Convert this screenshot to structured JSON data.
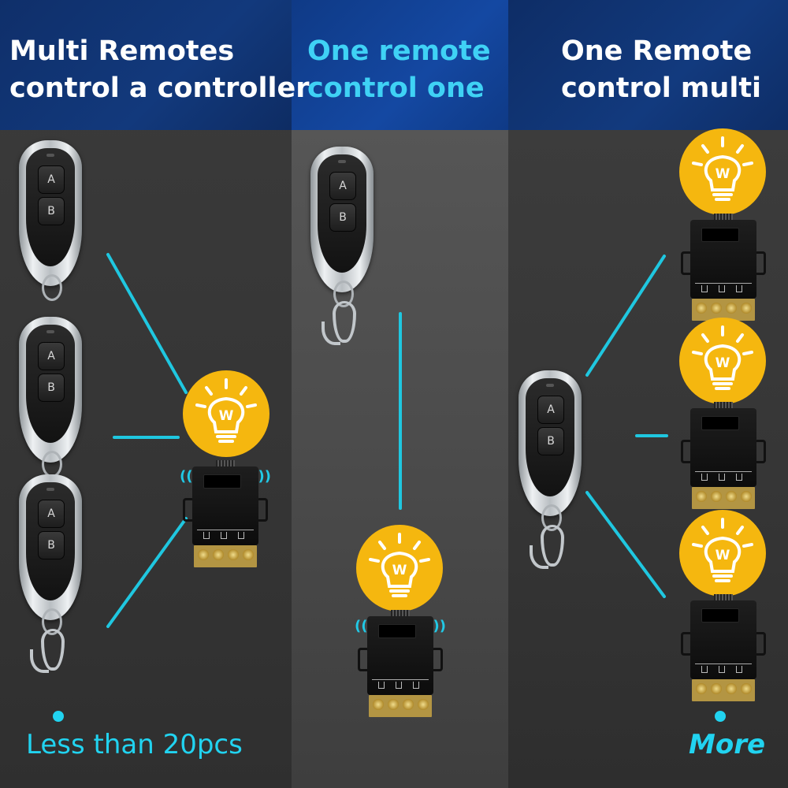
{
  "headers": {
    "left": [
      "Multi Remotes",
      "control a controller"
    ],
    "middle": [
      "One remote",
      "control one"
    ],
    "right": [
      "One Remote",
      "control multi"
    ]
  },
  "remote": {
    "button_a": "A",
    "button_b": "B"
  },
  "bulb": {
    "letter": "W"
  },
  "footers": {
    "left": "Less than 20pcs",
    "right": "More"
  },
  "colors": {
    "accent": "#21d3f0",
    "highlight_text": "#3fd2f5",
    "bulb": "#f5b70f",
    "header_bg": "#12397c"
  }
}
